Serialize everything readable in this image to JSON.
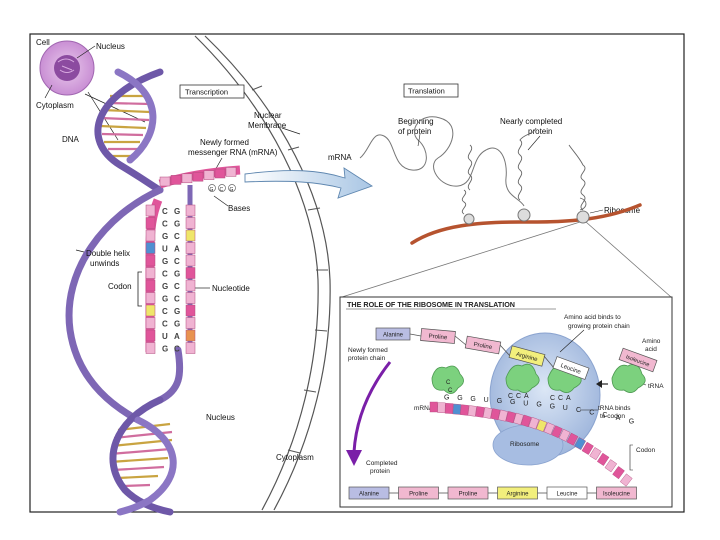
{
  "labels": {
    "cell": "Cell",
    "nucleus_top": "Nucleus",
    "cytoplasm_top": "Cytoplasm",
    "dna": "DNA",
    "transcription": "Transcription",
    "nuclear_membrane": [
      "Nuclear",
      "Membrane"
    ],
    "messenger_rna": [
      "Newly formed",
      "messenger RNA (mRNA)"
    ],
    "bases": "Bases",
    "double_helix": [
      "Double helix",
      "unwinds"
    ],
    "codon_left": "Codon",
    "nucleotide": "Nucleotide",
    "nucleus_bottom": "Nucleus",
    "cytoplasm_bottom": "Cytoplasm",
    "translation": "Translation",
    "mrna": "mRNA",
    "beginning_protein": [
      "Beginning",
      "of protein"
    ],
    "nearly_completed": [
      "Nearly completed",
      "protein"
    ],
    "ribosome": "Ribosome"
  },
  "inset": {
    "title": "THE ROLE OF THE RIBOSOME IN TRANSLATION",
    "amino_binds": [
      "Amino acid binds to",
      "growing protein chain"
    ],
    "amino_acid": [
      "Amino",
      "acid"
    ],
    "newly_formed_chain": [
      "Newly formed",
      "protein chain"
    ],
    "trna": "tRNA",
    "mrna": "mRNA",
    "trna_binds": [
      "tRNA binds",
      "to codon"
    ],
    "ribosome": "Ribosome",
    "codon": "Codon",
    "completed_protein": [
      "Completed",
      "protein"
    ],
    "chain_top": [
      "Alanine",
      "Proline",
      "Proline",
      "Arginine",
      "Leucine"
    ],
    "amino_box": "Isoleucine",
    "completed_chain": [
      "Alanine",
      "Proline",
      "Proline",
      "Arginine",
      "Leucine",
      "Isoleucine"
    ],
    "anticodon_1": [
      "C",
      "C",
      "A"
    ],
    "anticodon_2": [
      "C",
      "C",
      "A"
    ],
    "codon_row": [
      "G",
      "G",
      "G",
      "U",
      "G",
      "G",
      "U",
      "G",
      "G",
      "U",
      "C",
      "C",
      "C",
      "A",
      "G"
    ]
  },
  "strand_bases": {
    "dna_side": [
      "G",
      "G",
      "C",
      "A",
      "C",
      "G",
      "C",
      "C",
      "G",
      "G",
      "A",
      "C"
    ],
    "rna_side": [
      "C",
      "C",
      "G",
      "U",
      "G",
      "C",
      "G",
      "G",
      "C",
      "C",
      "U",
      "G"
    ],
    "top_row": [
      "G",
      "C",
      "G"
    ]
  },
  "colors": {
    "helix": "#7e67b5",
    "helix_dark": "#5b4a93",
    "mrna_pink": "#e0559a",
    "mrna_light": "#f0b3d2",
    "blue": "#4f8fd1",
    "yellow": "#efe66a",
    "orange": "#e89350",
    "lavender_box": "#b9bde3",
    "yellow_box": "#f2ef7c",
    "pink_box": "#f1b8d0",
    "mrna_brown": "#b6532f",
    "trna_green": "#7cd17e",
    "ribosome_blue": "#b9cce9",
    "arrow_purple": "#7a1fa8"
  }
}
